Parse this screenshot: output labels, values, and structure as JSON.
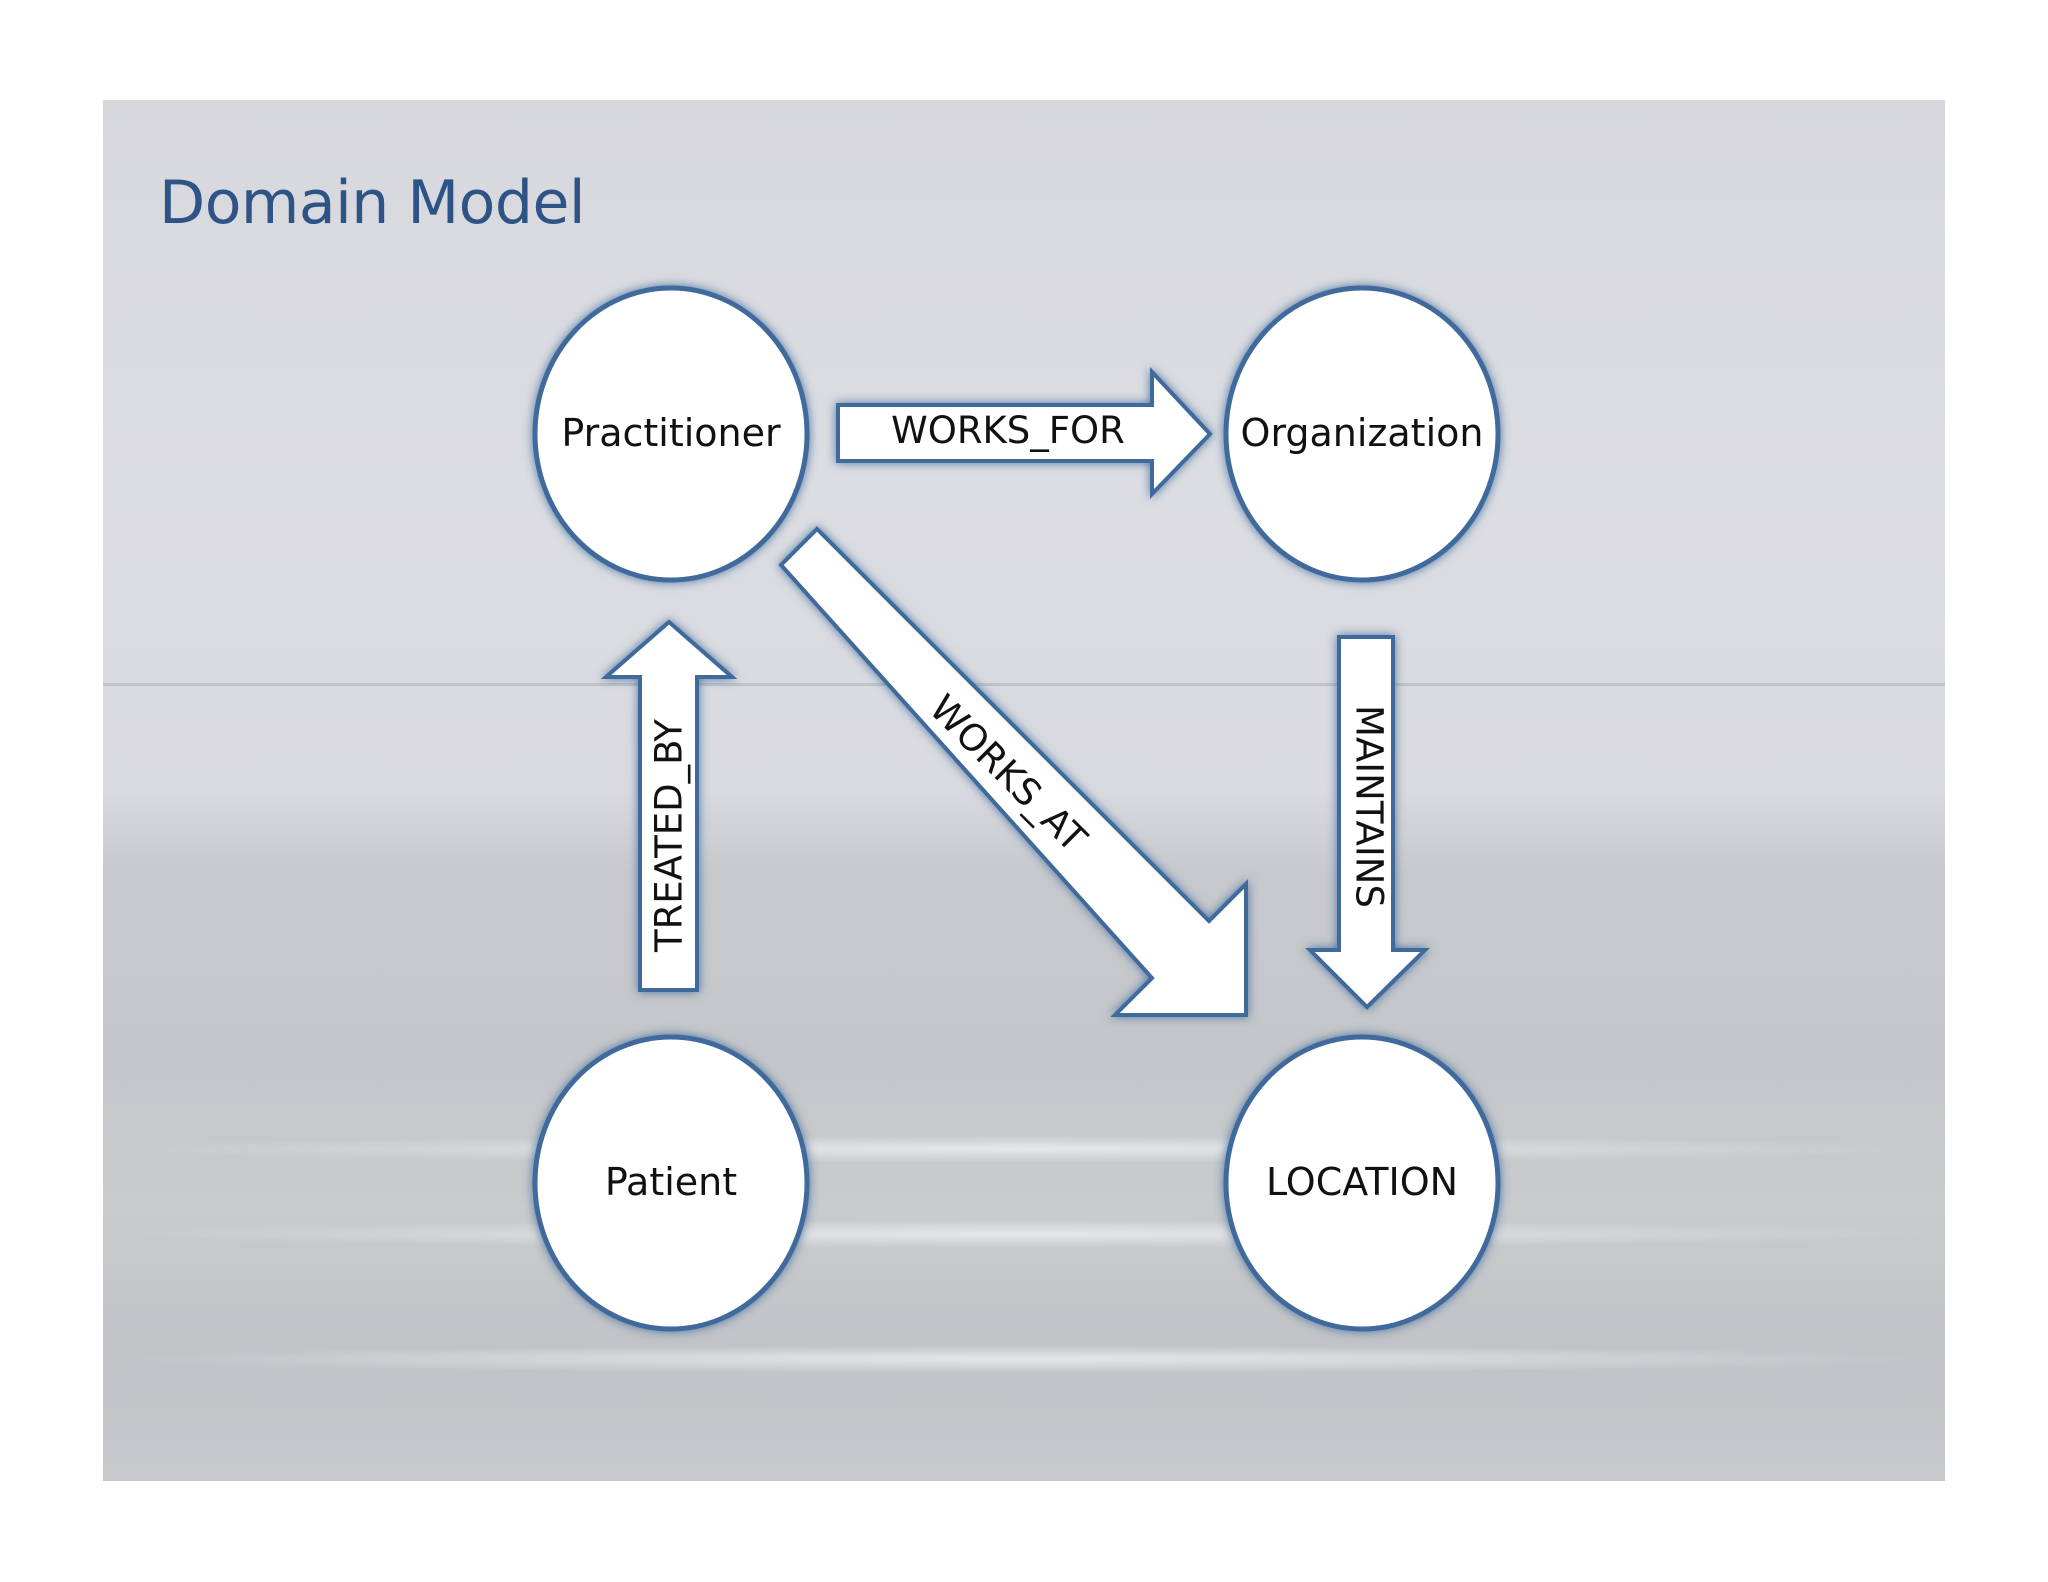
{
  "title": "Domain Model",
  "nodes": {
    "practitioner": "Practitioner",
    "organization": "Organization",
    "patient": "Patient",
    "location": "LOCATION"
  },
  "edges": {
    "works_for": "WORKS_FOR",
    "works_at": "WORKS_AT",
    "treated_by": "TREATED_BY",
    "maintains": "MAINTAINS"
  },
  "colors": {
    "title": "#2e5487",
    "node_border": "#3f6a9c",
    "node_fill": "#ffffff"
  }
}
